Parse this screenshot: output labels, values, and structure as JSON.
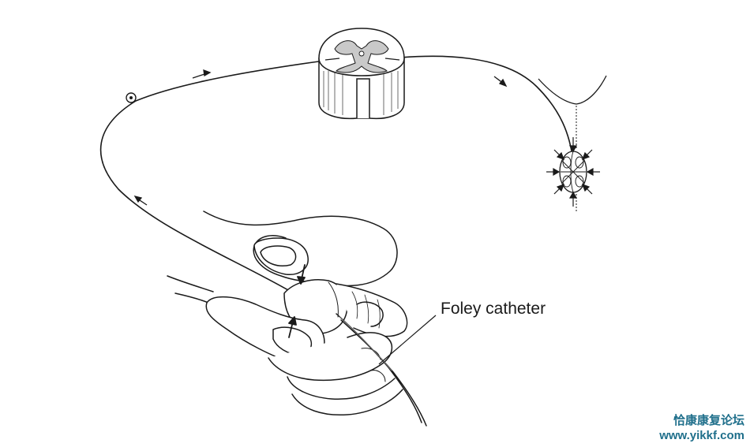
{
  "labels": {
    "catheter": "Foley catheter"
  },
  "watermark": {
    "cn": "恰康康复论坛",
    "url": "www.yikkf.com",
    "color": "#1f6f8b"
  },
  "colors": {
    "ink": "#1a1a1a",
    "gray_matter": "#c9c9c9",
    "background": "#ffffff"
  }
}
